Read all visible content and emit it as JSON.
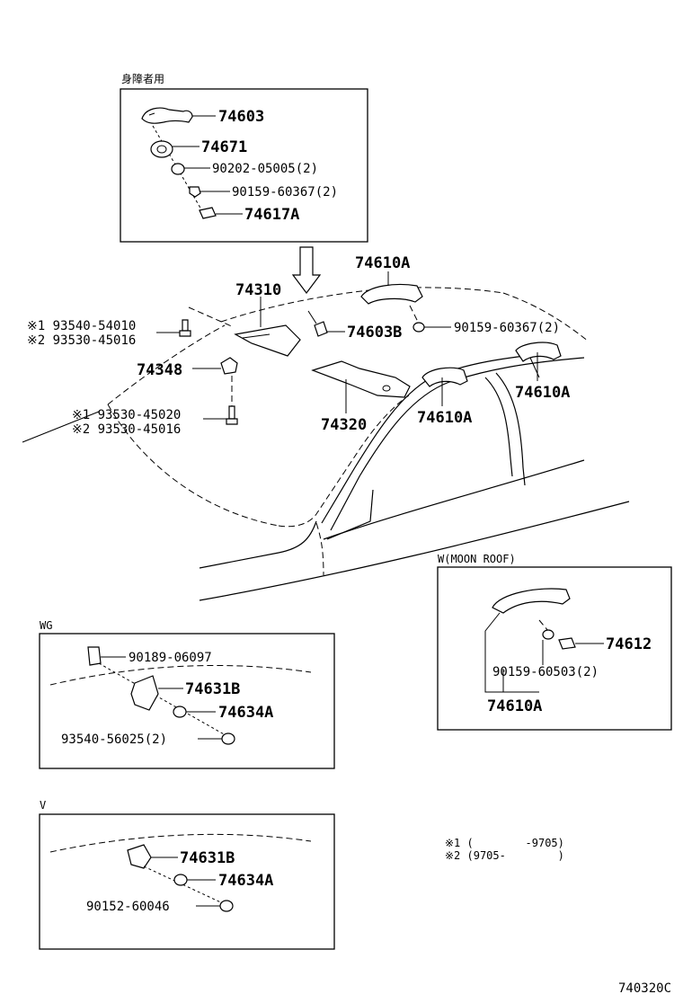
{
  "sections": {
    "handicap": {
      "title": "身障者用"
    },
    "wg": {
      "title": "WG"
    },
    "v": {
      "title": "V"
    },
    "moonroof": {
      "title": "W(MOON ROOF)"
    }
  },
  "labels": {
    "p74603": "74603",
    "p74671": "74671",
    "p90202": "90202-05005(2)",
    "p90159a": "90159-60367(2)",
    "p74617A": "74617A",
    "p74610A_top": "74610A",
    "p74310": "74310",
    "p74603B": "74603B",
    "p90159b": "90159-60367(2)",
    "n1_93540": "※1 93540-54010",
    "n2_93530a": "※2 93530-45016",
    "p74348": "74348",
    "p74610A_right": "74610A",
    "p74610A_mid": "74610A",
    "n1_93530": "※1 93530-45020",
    "n2_93530b": "※2 93530-45016",
    "p74320": "74320",
    "p90189": "90189-06097",
    "p74631B_wg": "74631B",
    "p74634A_wg": "74634A",
    "p93540": "93540-56025(2)",
    "p74612": "74612",
    "p90159c": "90159-60503(2)",
    "p74610A_mr": "74610A",
    "p74631B_v": "74631B",
    "p74634A_v": "74634A",
    "p90152": "90152-60046"
  },
  "notes": {
    "note1": "※1 (        -9705)",
    "note2": "※2 (9705-        )"
  },
  "figure_code": "740320C"
}
